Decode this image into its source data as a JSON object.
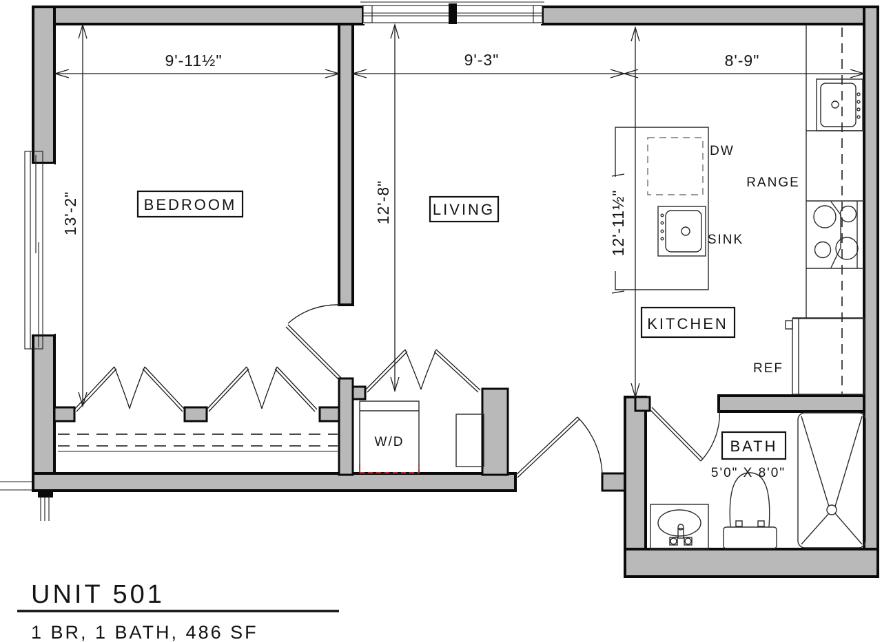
{
  "plan": {
    "title": "UNIT 501",
    "subtitle": "1 BR, 1 BATH, 486 SF",
    "rooms": {
      "bedroom": "BEDROOM",
      "living": "LIVING",
      "kitchen": "KITCHEN",
      "bath": "BATH"
    },
    "fixtures": {
      "dishwasher": "DW",
      "range": "RANGE",
      "sink": "SINK",
      "refrigerator": "REF",
      "washer_dryer": "W/D"
    },
    "dimensions": {
      "bedroom_width": "9'-11½\"",
      "living_width": "9'-3\"",
      "kitchen_width": "8'-9\"",
      "bedroom_depth": "13'-2\"",
      "living_depth": "12'-8\"",
      "kitchen_depth": "12'-11½\"",
      "bath_size": "5'0\" X 8'0\""
    },
    "colors": {
      "wall_fill": "#b9b9b9",
      "line": "#1a1a1a",
      "wd_accent": "#b03030"
    }
  }
}
